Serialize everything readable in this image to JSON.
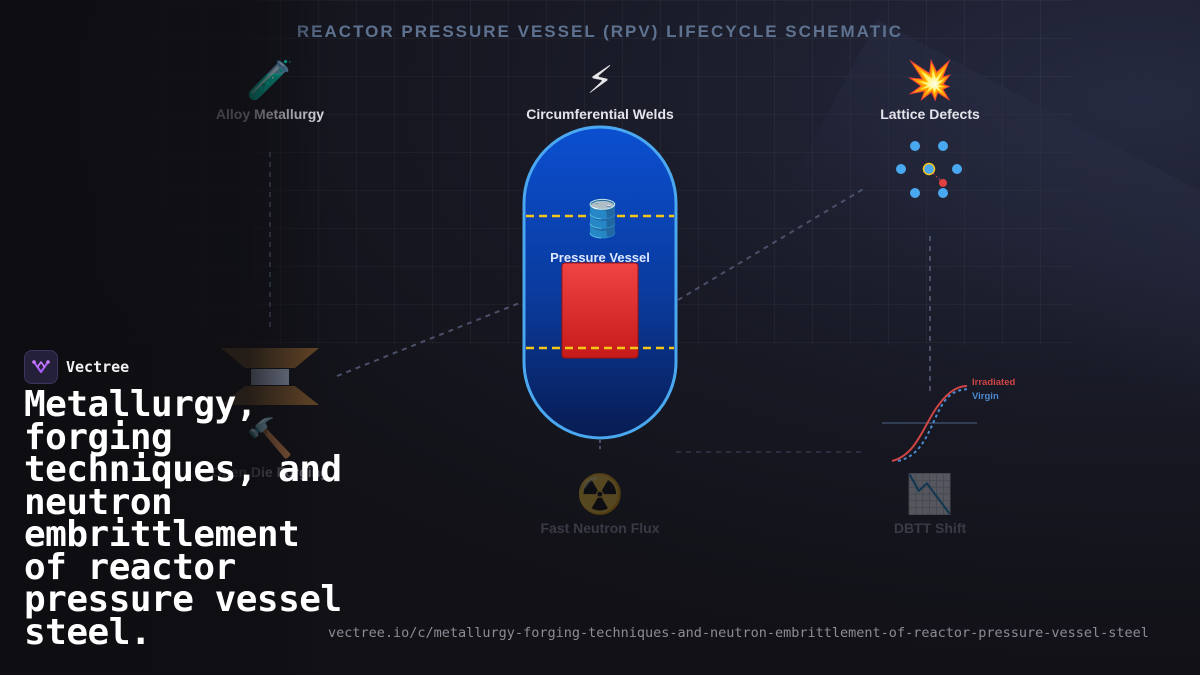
{
  "diagram": {
    "title": "REACTOR PRESSURE VESSEL (RPV) LIFECYCLE SCHEMATIC",
    "nodes": {
      "alloy": {
        "icon": "🧪",
        "label": "Alloy Metallurgy"
      },
      "welds": {
        "icon": "⚡",
        "label": "Circumferential Welds"
      },
      "lattice": {
        "icon": "💥",
        "label": "Lattice Defects"
      },
      "forging": {
        "icon": "🔨",
        "label": "Open Die Forging"
      },
      "flux": {
        "icon": "☢️",
        "label": "Fast Neutron Flux"
      },
      "dbtt": {
        "icon": "📉",
        "label": "DBTT Shift"
      }
    },
    "vessel": {
      "icon": "🛢️",
      "label": "Pressure Vessel"
    },
    "curve_legend": {
      "irradiated": "Irradiated",
      "virgin": "Virgin"
    },
    "colors": {
      "vessel_fill": "#0a44b8",
      "vessel_stroke": "#4aa8f0",
      "weld_line": "#f5c518",
      "core": "#e02a2a",
      "irradiated": "#d04545",
      "virgin": "#4a8ad0",
      "atom": "#4aa8f0"
    }
  },
  "brand": {
    "name": "Vectree",
    "logo_icon": "vectree-logo-icon"
  },
  "headline": "Metallurgy, forging techniques, and neutron embrittlement of reactor pressure vessel steel.",
  "url": "vectree.io/c/metallurgy-forging-techniques-and-neutron-embrittlement-of-reactor-pressure-vessel-steel"
}
